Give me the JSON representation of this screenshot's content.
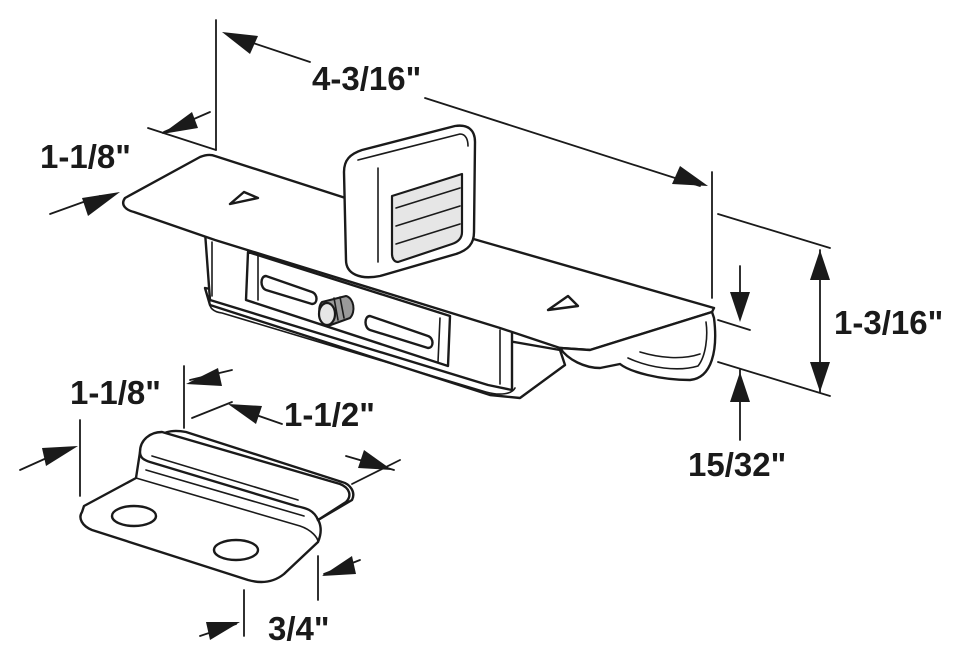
{
  "dimensions": {
    "latch_length": "4-3/16\"",
    "latch_width": "1-1/8\"",
    "latch_height": "1-3/16\"",
    "latch_channel": "15/32\"",
    "strike_width": "1-1/8\"",
    "strike_length": "1-1/2\"",
    "strike_depth": "3/4\""
  }
}
